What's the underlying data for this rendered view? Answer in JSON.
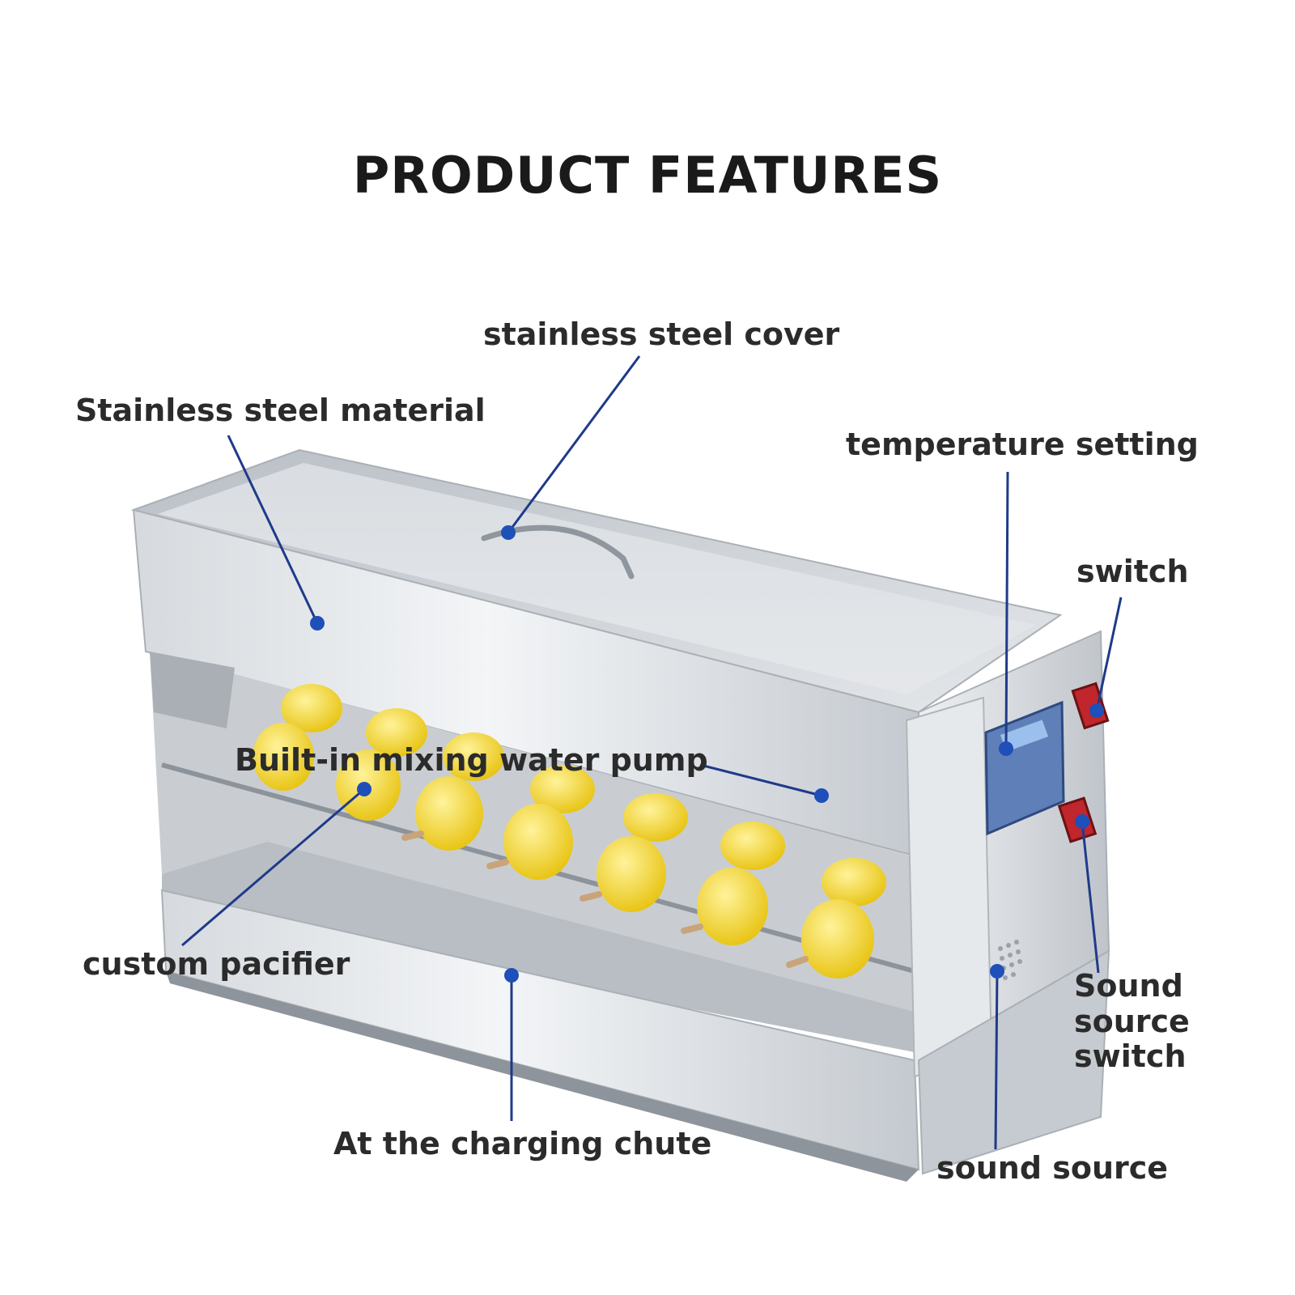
{
  "title": "PRODUCT FEATURES",
  "colors": {
    "leader_line": "#1f3a8a",
    "dot": "#1f4fb8",
    "steel_light": "#e9ecef",
    "steel_mid": "#c9ced4",
    "steel_dark": "#9aa1a8",
    "nipple_yellow": "#f2d21b",
    "switch_red": "#c0262b",
    "display_blue": "#3a5a9a"
  },
  "labels": {
    "stainless_steel_cover": "stainless steel cover",
    "stainless_steel_material": "Stainless steel material",
    "temperature_setting": "temperature setting",
    "switch": "switch",
    "built_in_pump": "Built-in mixing water pump",
    "custom_pacifier": "custom pacifier",
    "sound_source_switch_line1": "Sound",
    "sound_source_switch_line2": "source",
    "sound_source_switch_line3": "switch",
    "charging_chute": "At the charging chute",
    "sound_source": "sound source"
  }
}
